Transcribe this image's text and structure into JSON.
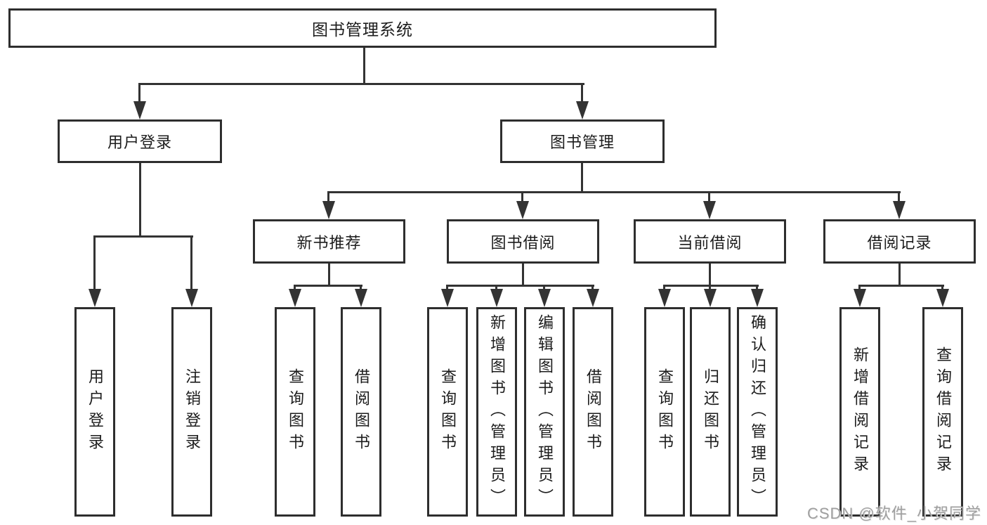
{
  "nodes": {
    "root": "图书管理系统",
    "user_login": "用户登录",
    "book_mgmt": "图书管理",
    "new_book": "新书推荐",
    "book_borrow": "图书借阅",
    "current_borrow": "当前借阅",
    "borrow_record": "借阅记录"
  },
  "leaves": {
    "login": "用户登录",
    "logout": "注销登录",
    "nb_query": "查询图书",
    "nb_borrow": "借阅图书",
    "bb_query": "查询图书",
    "bb_add": "新增图书（管理员）",
    "bb_edit": "编辑图书（管理员）",
    "bb_borrow": "借阅图书",
    "cb_query": "查询图书",
    "cb_return": "归还图书",
    "cb_confirm": "确认归还（管理员）",
    "br_add": "新增借阅记录",
    "br_query": "查询借阅记录"
  },
  "watermark": "CSDN @软件_小贺同学",
  "colors": {
    "line": "#333333",
    "text": "#1c1c1c",
    "watermark": "#969696",
    "background": "#ffffff"
  }
}
